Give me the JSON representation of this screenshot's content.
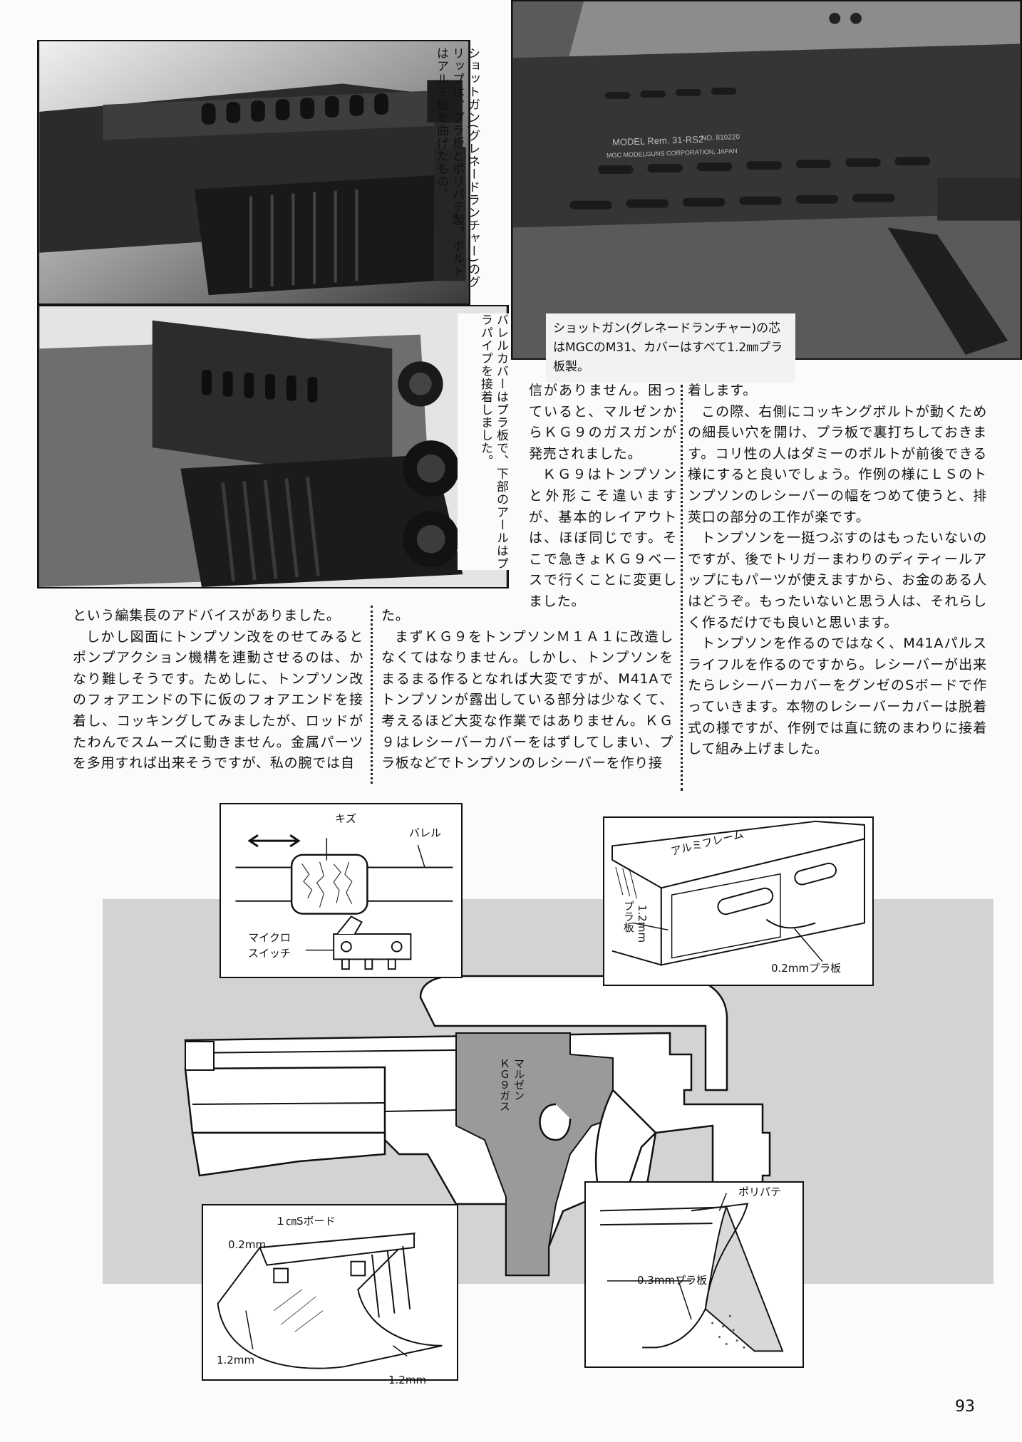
{
  "photos": {
    "top_left_caption": "ショットガン(グレネードランチャー)のグリップは、プラ板とポリパテ製。ボルトはアルミ板を曲げたもの。",
    "mid_left_caption": "バレルカバーはプラ板で、下部のアールはプラパイプを接着しました。",
    "top_right_caption": "ショットガン(グレネードランチャー)の芯はMGCのM31、カバーはすべて1.2㎜プラ板製。",
    "top_right_stamp_model": "MODEL Rem. 31-RS2",
    "top_right_stamp_no": "NO. 810220",
    "top_right_stamp_corp": "MGC MODELGUNS CORPORATION, JAPAN"
  },
  "article": {
    "col_mid_top": "信がありません。困っていると、マルゼンからＫＧ９のガスガンが発売されました。",
    "col_mid_top_p2": "ＫＧ９はトンプソンと外形こそ違いますが、基本的レイアウトは、ほぼ同じです。そこで急きょＫＧ９ベースで行くことに変更しました。",
    "col_right_p1": "着します。",
    "col_right_p2": "この際、右側にコッキングボルトが動くための細長い穴を開け、プラ板で裏打ちしておきます。コリ性の人はダミーのボルトが前後できる様にすると良いでしょう。作例の様にＬＳのトンプソンのレシーバーの幅をつめて使うと、排莢口の部分の工作が楽です。",
    "col_right_p3": "トンプソンを一挺つぶすのはもったいないのですが、後でトリガーまわりのディティールアップにもパーツが使えますから、お金のある人はどうぞ。もったいないと思う人は、それらしく作るだけでも良いと思います。",
    "col_right_p4": "トンプソンを作るのではなく、M41Aパルスライフルを作るのですから。レシーバーが出来たらレシーバーカバーをグンゼのSボードで作っていきます。本物のレシーバーカバーは脱着式の様ですが、作例では直に銃のまわりに接着して組み上げました。",
    "col_left_p1": "という編集長のアドバイスがありました。",
    "col_left_p2": "しかし図面にトンプソン改をのせてみるとポンプアクション機構を連動させるのは、かなり難しそうです。ためしに、トンプソン改のフォアエンドの下に仮のフォアエンドを接着し、コッキングしてみましたが、ロッドがたわんでスムーズに動きません。金属パーツを多用すれば出来そうですが、私の腕では自",
    "col_mid_p0": "た。",
    "col_mid_p1": "まずＫＧ９をトンプソンＭ１Ａ１に改造しなくてはなりません。しかし、トンプソンをまるまる作るとなれば大変ですが、M41Aでトンプソンが露出している部分は少なくて、考えるほど大変な作業ではありません。ＫＧ９はレシーバーカバーをはずしてしまい、プラ板などでトンプソンのレシーバーを作り接"
  },
  "diagram": {
    "kizu": "キズ",
    "barrel": "バレル",
    "micro_switch": "マイクロ\nスイッチ",
    "alumi_frame": "アルミフレーム",
    "pla_1_2": "1.2mmプラ板",
    "pla_1_2_a": "プラ板",
    "pla_1_2_b": "1.2mm",
    "pla_0_2": "0.2mmプラ板",
    "marzen": "マルゼン\nＫＧ９ガス",
    "s_board": "１㎝Sボード",
    "mm_0_2": "0.2mm",
    "mm_1_2_left": "1.2mm",
    "mm_1_2_right": "1.2mm",
    "poly_putty": "ポリパテ",
    "pla_0_3": "0.3mmプラ板"
  },
  "page_number": "93"
}
